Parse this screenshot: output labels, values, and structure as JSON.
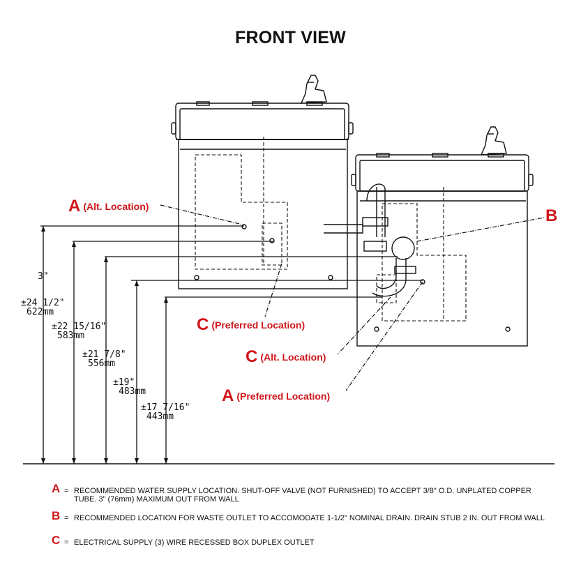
{
  "title": "FRONT VIEW",
  "callouts": {
    "a_alt": {
      "letter": "A",
      "text": "(Alt. Location)"
    },
    "b": {
      "letter": "B",
      "text": ""
    },
    "c_pref": {
      "letter": "C",
      "text": "(Preferred Location)"
    },
    "c_alt": {
      "letter": "C",
      "text": "(Alt. Location)"
    },
    "a_pref": {
      "letter": "A",
      "text": "(Preferred Location)"
    }
  },
  "dimensions": {
    "d1": {
      "top": "±24 1/2\"",
      "bottom": "622mm"
    },
    "d2": {
      "top": "±22 15/16\"",
      "bottom": "583mm"
    },
    "d3": {
      "top": "±21 7/8\"",
      "bottom": "556mm"
    },
    "d4": {
      "top": "±19\"",
      "bottom": "483mm"
    },
    "d5": {
      "top": "±17 7/16\"",
      "bottom": "443mm"
    },
    "small": "3\""
  },
  "legend": [
    {
      "key": "A",
      "eq": "=",
      "text": "RECOMMENDED WATER SUPPLY LOCATION. SHUT-OFF VALVE (NOT FURNISHED) TO ACCEPT 3/8\" O.D. UNPLATED COPPER TUBE. 3\" (76mm) MAXIMUM OUT FROM WALL"
    },
    {
      "key": "B",
      "eq": "=",
      "text": "RECOMMENDED LOCATION FOR WASTE OUTLET TO ACCOMODATE 1-1/2\" NOMINAL DRAIN. DRAIN STUB 2 IN. OUT FROM WALL"
    },
    {
      "key": "C",
      "eq": "=",
      "text": "ELECTRICAL SUPPLY (3) WIRE RECESSED BOX DUPLEX OUTLET"
    }
  ],
  "colors": {
    "accent": "#d0161b",
    "line": "#111111"
  }
}
